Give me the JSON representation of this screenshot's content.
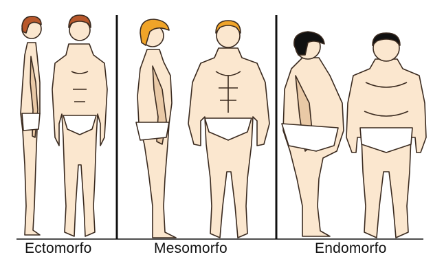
{
  "labels": {
    "ectomorph": "Ectomorfo",
    "mesomorph": "Mesomorfo",
    "endomorph": "Endomorfo"
  },
  "colors": {
    "skin": "#fbe7cf",
    "skin_shade": "#e9c9a6",
    "outline": "#3a2a1f",
    "hair_ectomorph": "#b8582b",
    "hair_mesomorph": "#f0a428",
    "hair_endomorph": "#111111",
    "briefs": "#ffffff",
    "divider": "#111111"
  }
}
